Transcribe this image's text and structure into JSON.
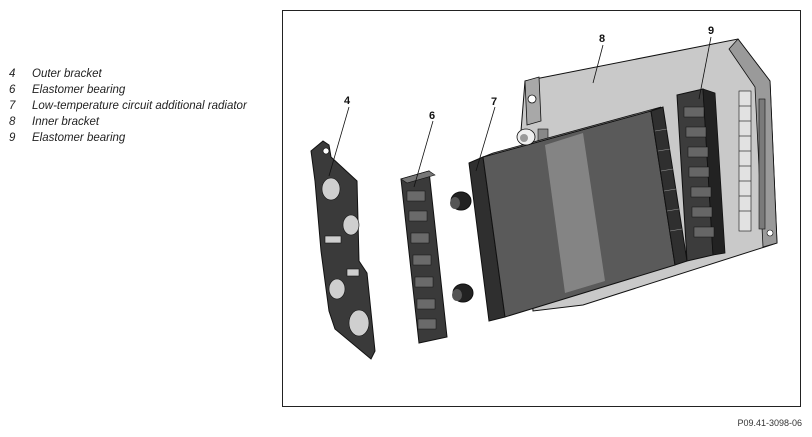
{
  "legend": [
    {
      "num": "4",
      "text": "Outer bracket"
    },
    {
      "num": "6",
      "text": "Elastomer bearing"
    },
    {
      "num": "7",
      "text": "Low-temperature circuit additional radiator"
    },
    {
      "num": "8",
      "text": "Inner bracket"
    },
    {
      "num": "9",
      "text": "Elastomer bearing"
    }
  ],
  "callouts": {
    "c4": "4",
    "c6": "6",
    "c7": "7",
    "c8": "8",
    "c9": "9"
  },
  "figure_id": "P09.41-3098-06",
  "colors": {
    "bracket_light": "#c9c9c9",
    "bracket_dark": "#8e8e8e",
    "rubber": "#3c3c3c",
    "core": "#555555",
    "outline": "#111111"
  }
}
